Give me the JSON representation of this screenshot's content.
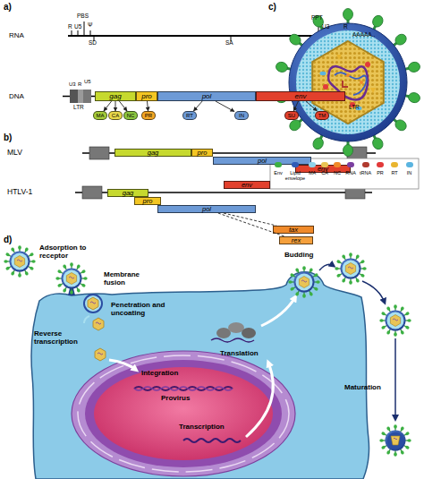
{
  "diagram": {
    "nodes": [
      {
        "text": [
          "gag"
        ]
      },
      {
        "text": [
          "pro"
        ]
      },
      {
        "text": [
          "pol"
        ]
      },
      {
        "text": [
          "env"
        ]
      },
      {
        "text": [
          "MA"
        ]
      },
      {
        "text": [
          "CA"
        ]
      },
      {
        "text": [
          "NC"
        ]
      },
      {
        "text": [
          "PR"
        ]
      },
      {
        "text": [
          "RT"
        ]
      },
      {
        "text": [
          "IN"
        ]
      },
      {
        "text": [
          "SU"
        ]
      },
      {
        "text": [
          "TM"
        ]
      },
      {
        "text": [
          "gag"
        ]
      },
      {
        "text": [
          "pro"
        ]
      },
      {
        "text": [
          "pol"
        ]
      },
      {
        "text": [
          "env"
        ]
      },
      {
        "text": [
          "gag"
        ]
      },
      {
        "text": [
          "pro"
        ]
      },
      {
        "text": [
          "pol"
        ]
      },
      {
        "text": [
          "env"
        ]
      },
      {
        "text": [
          "tax"
        ]
      },
      {
        "text": [
          "rex"
        ]
      }
    ],
    "edges": [
      {
        "from": 0,
        "to": 4,
        "arrow": "to"
      },
      {
        "from": 0,
        "to": 5,
        "arrow": "to"
      },
      {
        "from": 0,
        "to": 6,
        "arrow": "to"
      },
      {
        "from": 1,
        "to": 7,
        "arrow": "to"
      },
      {
        "from": 2,
        "to": 8,
        "arrow": "to"
      },
      {
        "from": 2,
        "to": 9,
        "arrow": "to"
      },
      {
        "from": 3,
        "to": 10,
        "arrow": "to"
      },
      {
        "from": 3,
        "to": 11,
        "arrow": "to"
      },
      {
        "from": 18,
        "to": 20,
        "arrow": "none"
      },
      {
        "from": 18,
        "to": 21,
        "arrow": "none"
      }
    ],
    "labels": [
      "a)",
      "RNA",
      "R",
      "U5",
      "PBS",
      "Ψ",
      "SD",
      "SA",
      "PPT",
      "U3",
      "R",
      "AAAAA..",
      "DNA",
      "U3",
      "R",
      "U5",
      "LTR",
      "LTR",
      "b)",
      "MLV",
      "HTLV-1",
      "c)",
      "d)",
      "Adsorption to receptor",
      "Membrane fusion",
      "Penetration and uncoating",
      "Reverse transcription",
      "Translation",
      "Integration",
      "Provirus",
      "Transcription",
      "Budding",
      "Maturation"
    ],
    "legend": [
      {
        "text": "Env"
      },
      {
        "text": "Lipid envelope"
      },
      {
        "text": "MA"
      },
      {
        "text": "CA"
      },
      {
        "text": "NC"
      },
      {
        "text": "RNA"
      },
      {
        "text": "tRNA"
      },
      {
        "text": "PR"
      },
      {
        "text": "RT"
      },
      {
        "text": "IN"
      }
    ]
  }
}
